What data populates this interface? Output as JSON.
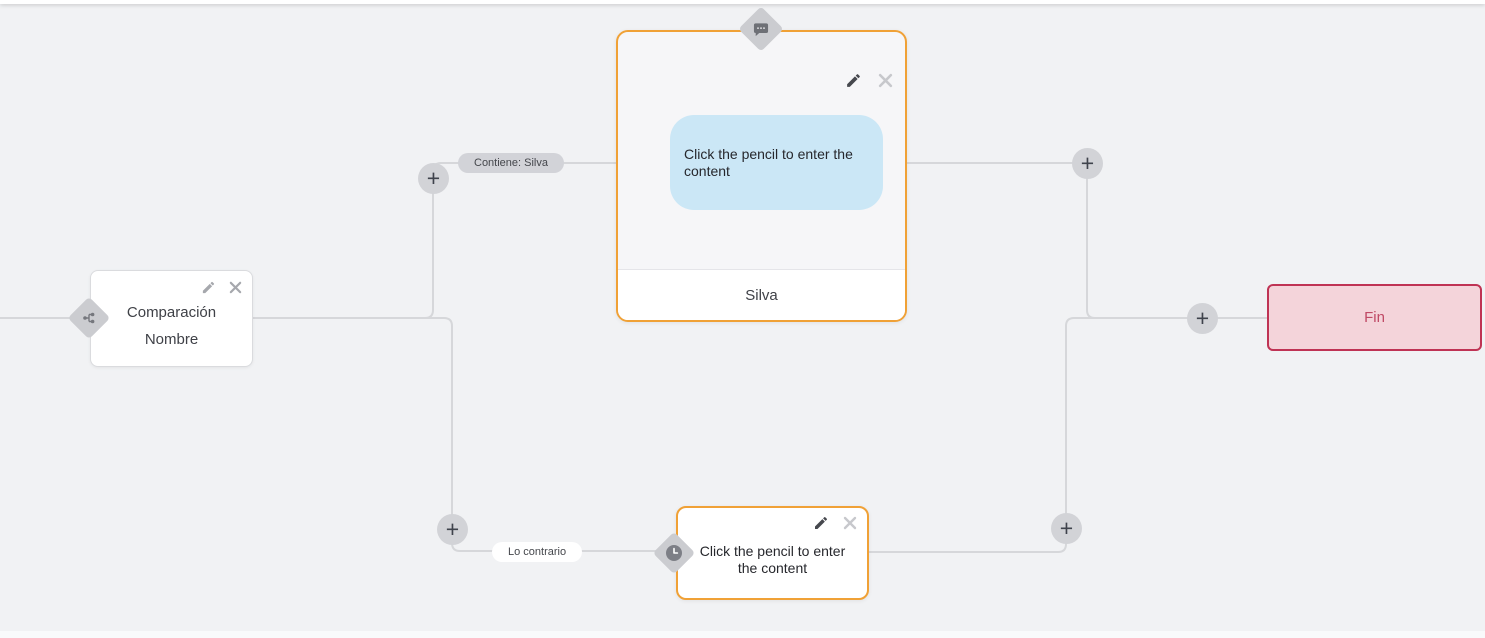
{
  "canvas": {
    "background": "#f1f2f4",
    "line_color": "#d6d7da",
    "accent_orange": "#f0a136"
  },
  "condition_node": {
    "title_line1": "Comparación",
    "title_line2": "Nombre",
    "icon": "branch-icon"
  },
  "message_node": {
    "bubble_text": "Click the pencil to enter the content",
    "bubble_color": "#cbe7f6",
    "footer_label": "Silva",
    "icon": "chat-bubble-icon"
  },
  "delay_node": {
    "body_text": "Click the pencil to enter the content",
    "icon": "clock-icon"
  },
  "end_node": {
    "label": "Fin",
    "background": "#f4d4da",
    "border_color": "#bf3354",
    "text_color": "#c04a66"
  },
  "edge_labels": {
    "top_branch": "Contiene: Silva",
    "bottom_branch": "Lo contrario"
  },
  "controls": {
    "add_label": "+"
  }
}
